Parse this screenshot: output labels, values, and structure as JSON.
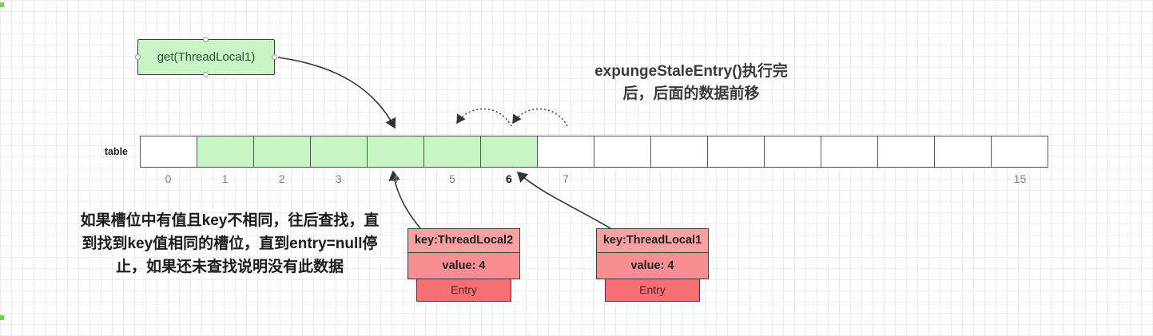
{
  "colors": {
    "green_fill": "#c9f4c6",
    "cell_green": "#c6f5c3",
    "pink_light": "#f8a0a2",
    "pink_mid": "#f88e91",
    "red_entry": "#f66f72",
    "arrow": "#333333"
  },
  "get_box": {
    "label": "get(ThreadLocal1)"
  },
  "title": {
    "line1": "expungeStaleEntry()执行完",
    "line2": "后，后面的数据前移"
  },
  "note": {
    "line1": "如果槽位中有值且key不相同，往后查找，直",
    "line2": "到找到key值相同的槽位，直到entry=null停",
    "line3": "止，如果还未查找说明没有此数据"
  },
  "table": {
    "label": "table",
    "cells": [
      {
        "index": "0",
        "green": false,
        "bold": false
      },
      {
        "index": "1",
        "green": true,
        "bold": false
      },
      {
        "index": "2",
        "green": true,
        "bold": false
      },
      {
        "index": "3",
        "green": true,
        "bold": false
      },
      {
        "index": "4",
        "green": true,
        "bold": false
      },
      {
        "index": "5",
        "green": true,
        "bold": false
      },
      {
        "index": "6",
        "green": true,
        "bold": true
      },
      {
        "index": "7",
        "green": false,
        "bold": false
      },
      {
        "index": "",
        "green": false,
        "bold": false
      },
      {
        "index": "",
        "green": false,
        "bold": false
      },
      {
        "index": "",
        "green": false,
        "bold": false
      },
      {
        "index": "",
        "green": false,
        "bold": false
      },
      {
        "index": "",
        "green": false,
        "bold": false
      },
      {
        "index": "",
        "green": false,
        "bold": false
      },
      {
        "index": "",
        "green": false,
        "bold": false
      },
      {
        "index": "15",
        "green": false,
        "bold": false
      }
    ]
  },
  "entries": [
    {
      "key": "key:ThreadLocal2",
      "value": "value: 4",
      "tag": "Entry"
    },
    {
      "key": "key:ThreadLocal1",
      "value": "value: 4",
      "tag": "Entry"
    }
  ]
}
